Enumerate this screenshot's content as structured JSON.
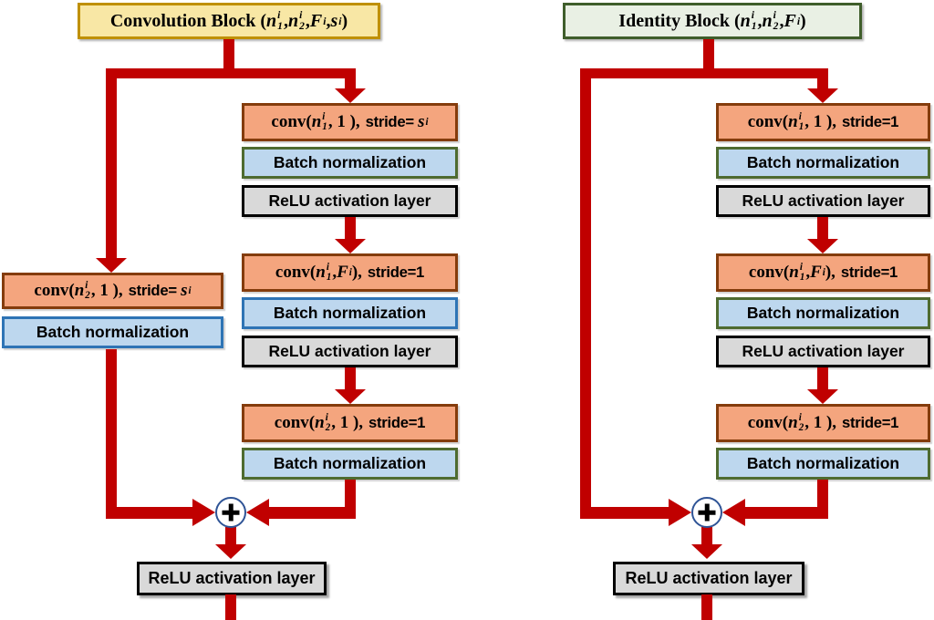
{
  "palette": {
    "arrow_red": "#C00000",
    "conv_fill": "#F4A57E",
    "conv_border": "#843C0C",
    "bn_fill": "#BDD7EE",
    "bn_border_green": "#4E6B30",
    "bn_border_blue": "#2E74B5",
    "relu_fill": "#D9D9D9",
    "relu_border": "#000000",
    "conv_title_fill": "#F8E7A5",
    "conv_title_border": "#BF9000",
    "identity_title_fill": "#E9F0E4",
    "identity_title_border": "#3F5E2B",
    "plus_circle_border": "#2F5496",
    "plus_sign_color": "#000000"
  },
  "labels": {
    "batch_norm": "Batch normalization",
    "relu": "ReLU activation layer",
    "plus_sign": "+"
  },
  "convolution_block": {
    "title_segments": [
      {
        "t": "Convolution Block ("
      },
      {
        "v": "n",
        "b": "1",
        "p": "i"
      },
      {
        "t": ", "
      },
      {
        "v": "n",
        "b": "2",
        "p": "i"
      },
      {
        "t": ", "
      },
      {
        "v": "F",
        "p": "i"
      },
      {
        "t": ", "
      },
      {
        "v": "s",
        "p": "i"
      },
      {
        "t": ")"
      }
    ],
    "main_groups": [
      {
        "conv_segments": [
          {
            "t": "conv("
          },
          {
            "v": "n",
            "b": "1",
            "p": "i"
          },
          {
            "t": ", 1 ),"
          },
          {
            "t": "stride= ",
            "f": "sans"
          },
          {
            "v": "s",
            "p": "i"
          }
        ],
        "bn_border": "green",
        "has_relu": true
      },
      {
        "conv_segments": [
          {
            "t": "conv("
          },
          {
            "v": "n",
            "b": "1",
            "p": "i"
          },
          {
            "t": ", "
          },
          {
            "v": "F",
            "p": "i"
          },
          {
            "t": "),"
          },
          {
            "t": "stride=1",
            "f": "sans"
          }
        ],
        "bn_border": "blue",
        "has_relu": true
      },
      {
        "conv_segments": [
          {
            "t": "conv("
          },
          {
            "v": "n",
            "b": "2",
            "p": "i"
          },
          {
            "t": ", 1 ),"
          },
          {
            "t": "stride=1",
            "f": "sans"
          }
        ],
        "bn_border": "green",
        "has_relu": false
      }
    ],
    "skip_path": {
      "conv_segments": [
        {
          "t": "conv("
        },
        {
          "v": "n",
          "b": "2",
          "p": "i"
        },
        {
          "t": ", 1 ),"
        },
        {
          "t": "stride= ",
          "f": "sans"
        },
        {
          "v": "s",
          "p": "i"
        }
      ],
      "bn_border": "blue"
    },
    "final_relu": "ReLU activation layer"
  },
  "identity_block": {
    "title_segments": [
      {
        "t": "Identity Block ("
      },
      {
        "v": "n",
        "b": "1",
        "p": "i"
      },
      {
        "t": ", "
      },
      {
        "v": "n",
        "b": "2",
        "p": "i"
      },
      {
        "t": ", "
      },
      {
        "v": "F",
        "p": "i"
      },
      {
        "t": ")"
      }
    ],
    "main_groups": [
      {
        "conv_segments": [
          {
            "t": "conv("
          },
          {
            "v": "n",
            "b": "1",
            "p": "i"
          },
          {
            "t": ", 1 ),"
          },
          {
            "t": "stride=1",
            "f": "sans"
          }
        ],
        "bn_border": "green",
        "has_relu": true
      },
      {
        "conv_segments": [
          {
            "t": "conv("
          },
          {
            "v": "n",
            "b": "1",
            "p": "i"
          },
          {
            "t": ", "
          },
          {
            "v": "F",
            "p": "i"
          },
          {
            "t": "),"
          },
          {
            "t": "stride=1",
            "f": "sans"
          }
        ],
        "bn_border": "green",
        "has_relu": true
      },
      {
        "conv_segments": [
          {
            "t": "conv("
          },
          {
            "v": "n",
            "b": "2",
            "p": "i"
          },
          {
            "t": ", 1 ),"
          },
          {
            "t": "stride=1",
            "f": "sans"
          }
        ],
        "bn_border": "green",
        "has_relu": false
      }
    ],
    "skip_path": null,
    "final_relu": "ReLU activation layer"
  }
}
